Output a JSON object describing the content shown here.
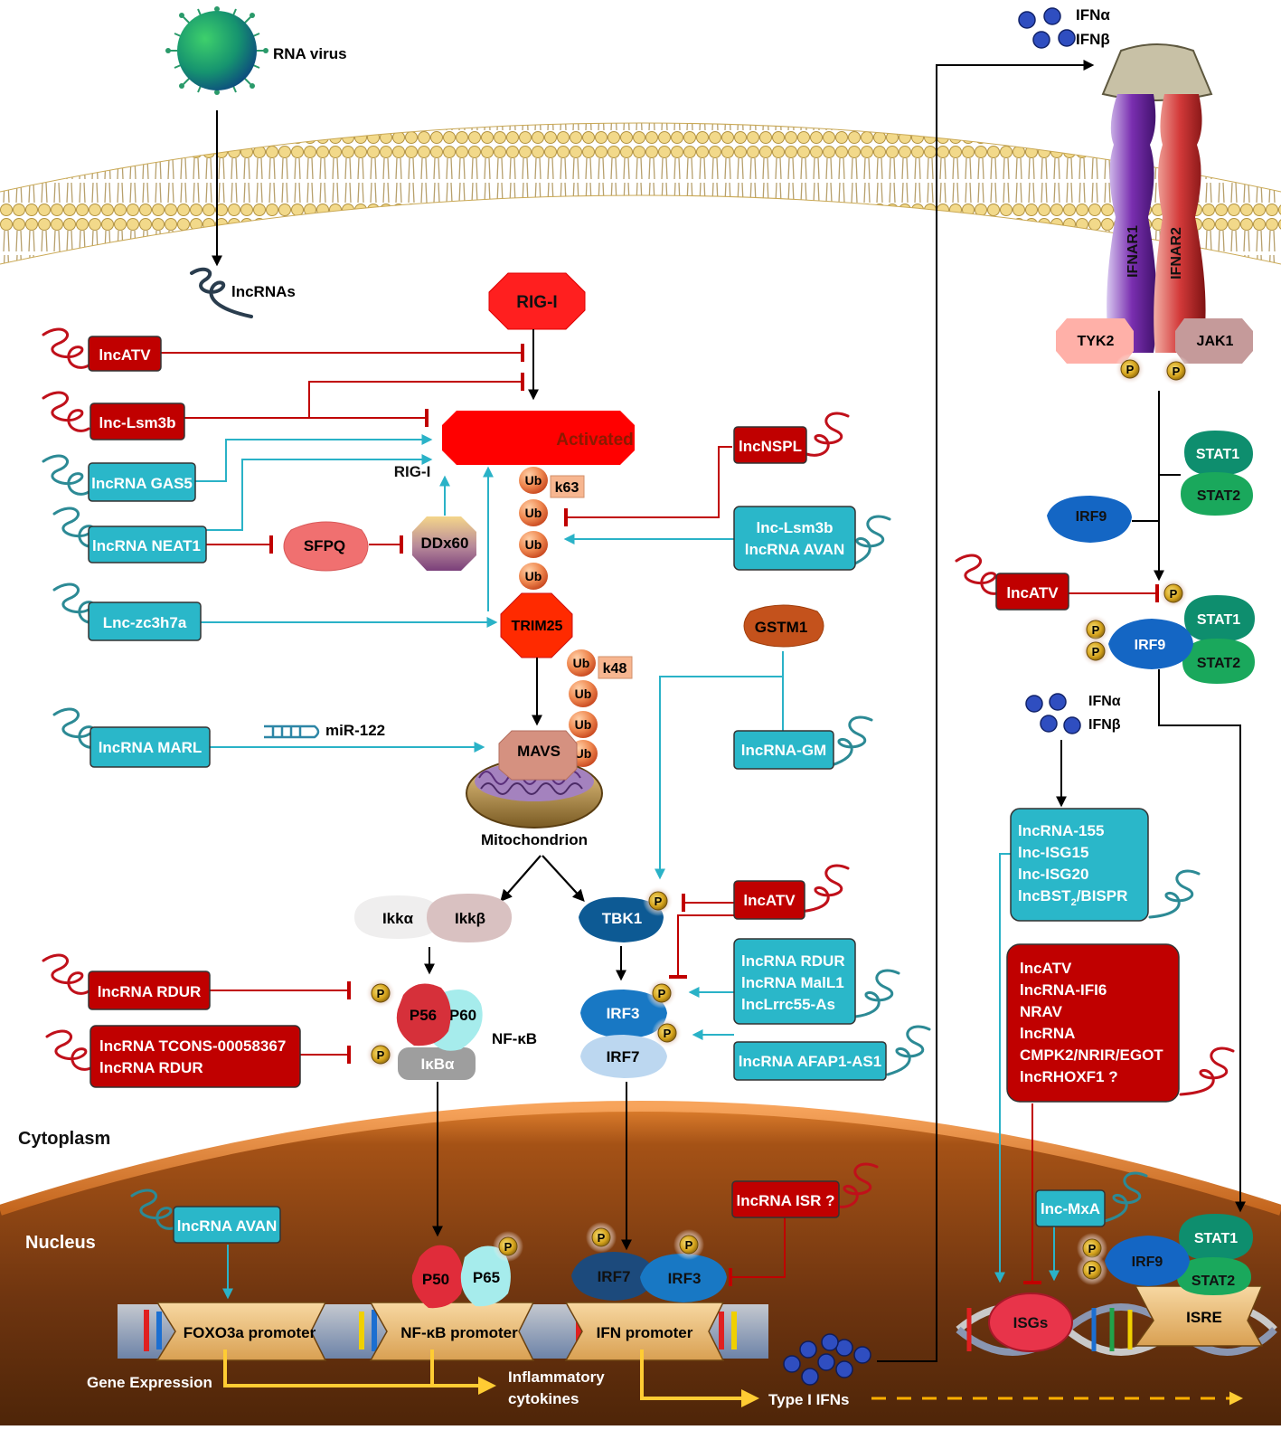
{
  "labels": {
    "rna_virus": "RNA virus",
    "lncrnas": "lncRNAs",
    "rig_i": "RIG-I",
    "activated": "Activated",
    "rig_i_active": "RIG-I",
    "k63": "k63",
    "k48": "k48",
    "ub": "Ub",
    "sfpq": "SFPQ",
    "ddx60": "DDx60",
    "trim25": "TRIM25",
    "gstm1": "GSTM1",
    "mir122": "miR-122",
    "mavs": "MAVS",
    "mitochondrion": "Mitochondrion",
    "ikka": "Ikkα",
    "ikkb": "Ikkβ",
    "tbk1": "TBK1",
    "p56": "P56",
    "p60": "P60",
    "nfkb": "NF-κB",
    "ikba": "IκBα",
    "irf3": "IRF3",
    "irf7": "IRF7",
    "p": "P",
    "cytoplasm": "Cytoplasm",
    "nucleus": "Nucleus",
    "p50": "P50",
    "p65": "P65",
    "foxo3a_promoter": "FOXO3a promoter",
    "nfkb_promoter": "NF-κB promoter",
    "ifn_promoter": "IFN promoter",
    "gene_expression": "Gene Expression",
    "inflammatory_1": "Inflammatory",
    "inflammatory_2": "cytokines",
    "type1_ifns": "Type I IFNs",
    "ifna": "IFNα",
    "ifnb": "IFNβ",
    "ifnar1": "IFNAR1",
    "ifnar2": "IFNAR2",
    "tyk2": "TYK2",
    "jak1": "JAK1",
    "stat1": "STAT1",
    "stat2": "STAT2",
    "irf9": "IRF9",
    "isgs": "ISGs",
    "isre": "ISRE"
  },
  "boxes": {
    "lncatv_1": "lncATV",
    "lnc_lsm3b": "lnc-Lsm3b",
    "gas5": "lncRNA GAS5",
    "neat1": "lncRNA NEAT1",
    "zc3h7a": "Lnc-zc3h7a",
    "marl": "lncRNA MARL",
    "lncnspl": "lncNSPL",
    "lsm3b_avan_1": "lnc-Lsm3b",
    "lsm3b_avan_2": "lncRNA AVAN",
    "gm": "lncRNA-GM",
    "lncatv_tbk1": "lncATV",
    "rdur_group_1": "lncRNA RDUR",
    "rdur_group_2": "lncRNA MalL1",
    "rdur_group_3": "lncLrrc55-As",
    "afap1": "lncRNA AFAP1-AS1",
    "rdur_left": "lncRNA RDUR",
    "tcons_1": "lncRNA TCONS-00058367",
    "tcons_2": "lncRNA RDUR",
    "isr": "lncRNA ISR ?",
    "avan_nucleus": "lncRNA AVAN",
    "lncatv_right": "lncATV",
    "isg_group_1": "lncRNA-155",
    "isg_group_2": "lnc-ISG15",
    "isg_group_3": "lnc-ISG20",
    "isg_group_4_a": "lncBST",
    "isg_group_4_sub": "2",
    "isg_group_4_b": "/BISPR",
    "red_group_1": "lncATV",
    "red_group_2": "lncRNA-IFI6",
    "red_group_3": "NRAV",
    "red_group_4": "lncRNA",
    "red_group_5": "CMPK2/NRIR/EGOT",
    "red_group_6": "lncRHOXF1  ?",
    "mxa": "lnc-MxA"
  },
  "colors": {
    "red_box": "#c00000",
    "teal_box": "#2ab7c9",
    "inhibit": "#c00000",
    "activate": "#2ab2c7",
    "arrow": "#000000"
  }
}
